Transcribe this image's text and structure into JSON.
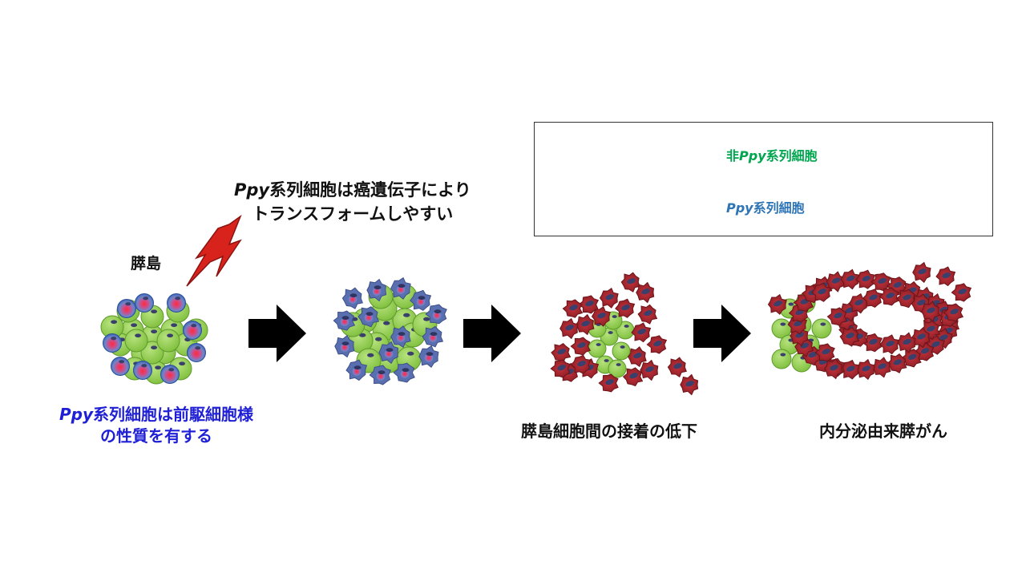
{
  "colors": {
    "green_cell": "#92d050",
    "ppy_cell": "#4472c4",
    "ppy_core": "#e8324a",
    "tumor_cell": "#a5262d",
    "nucleus": "#3a3f6b",
    "lightning": "#d8231c",
    "legend_green_text": "#00a550",
    "legend_blue_text": "#2e75b6",
    "label_blue": "#1f1fd6"
  },
  "labels": {
    "islet": "膵島",
    "transform_line1_em": "Ppy",
    "transform_line1_rest": "系列細胞は癌遺伝子により",
    "transform_line2": "トランスフォームしやすい",
    "progenitor_line1_em": "Ppy",
    "progenitor_line1_rest": "系列細胞は前駆細胞様",
    "progenitor_line2": "の性質を有する",
    "adhesion": "膵島細胞間の接着の低下",
    "cancer": "内分泌由来膵がん"
  },
  "legend": {
    "non_ppy_prefix": "非",
    "non_ppy_em": "Ppy",
    "non_ppy_rest": "系列細胞",
    "ppy_em": "Ppy",
    "ppy_rest": "系列細胞"
  },
  "icons": [
    "lightning-icon",
    "arrow-right-icon"
  ]
}
